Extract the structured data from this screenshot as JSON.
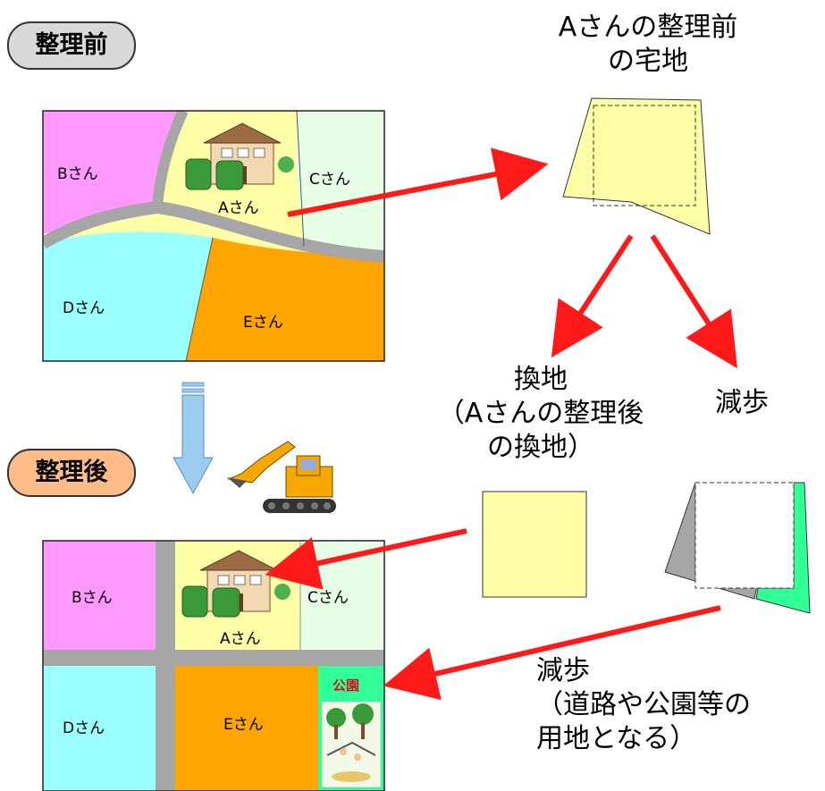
{
  "before_badge": "整理前",
  "after_badge": "整理後",
  "before_lot_title": "Aさんの整理前\nの宅地",
  "replot_title": "換地\n（Aさんの整理後\nの換地）",
  "reduction_title_1": "減歩",
  "reduction_title_2": "減歩\n（道路や公園等の\n用地となる）",
  "park_label": "公園",
  "before_map": {
    "owner_a": "Aさん",
    "owner_b": "Bさん",
    "owner_c": "Cさん",
    "owner_d": "Dさん",
    "owner_e": "Eさん"
  },
  "after_map": {
    "owner_a": "Aさん",
    "owner_b": "Bさん",
    "owner_c": "Cさん",
    "owner_d": "Dさん",
    "owner_e": "Eさん"
  },
  "colors": {
    "lot_a": "#ffffa8",
    "lot_b": "#ff99ff",
    "lot_c": "#e6ffe6",
    "lot_d": "#99ffff",
    "lot_e": "#ffa500",
    "road": "#a6a6a6",
    "park": "#33ff99",
    "arrow": "#ff1a1a",
    "badge_before": "#d9d9d9",
    "badge_after": "#ffbb88"
  }
}
